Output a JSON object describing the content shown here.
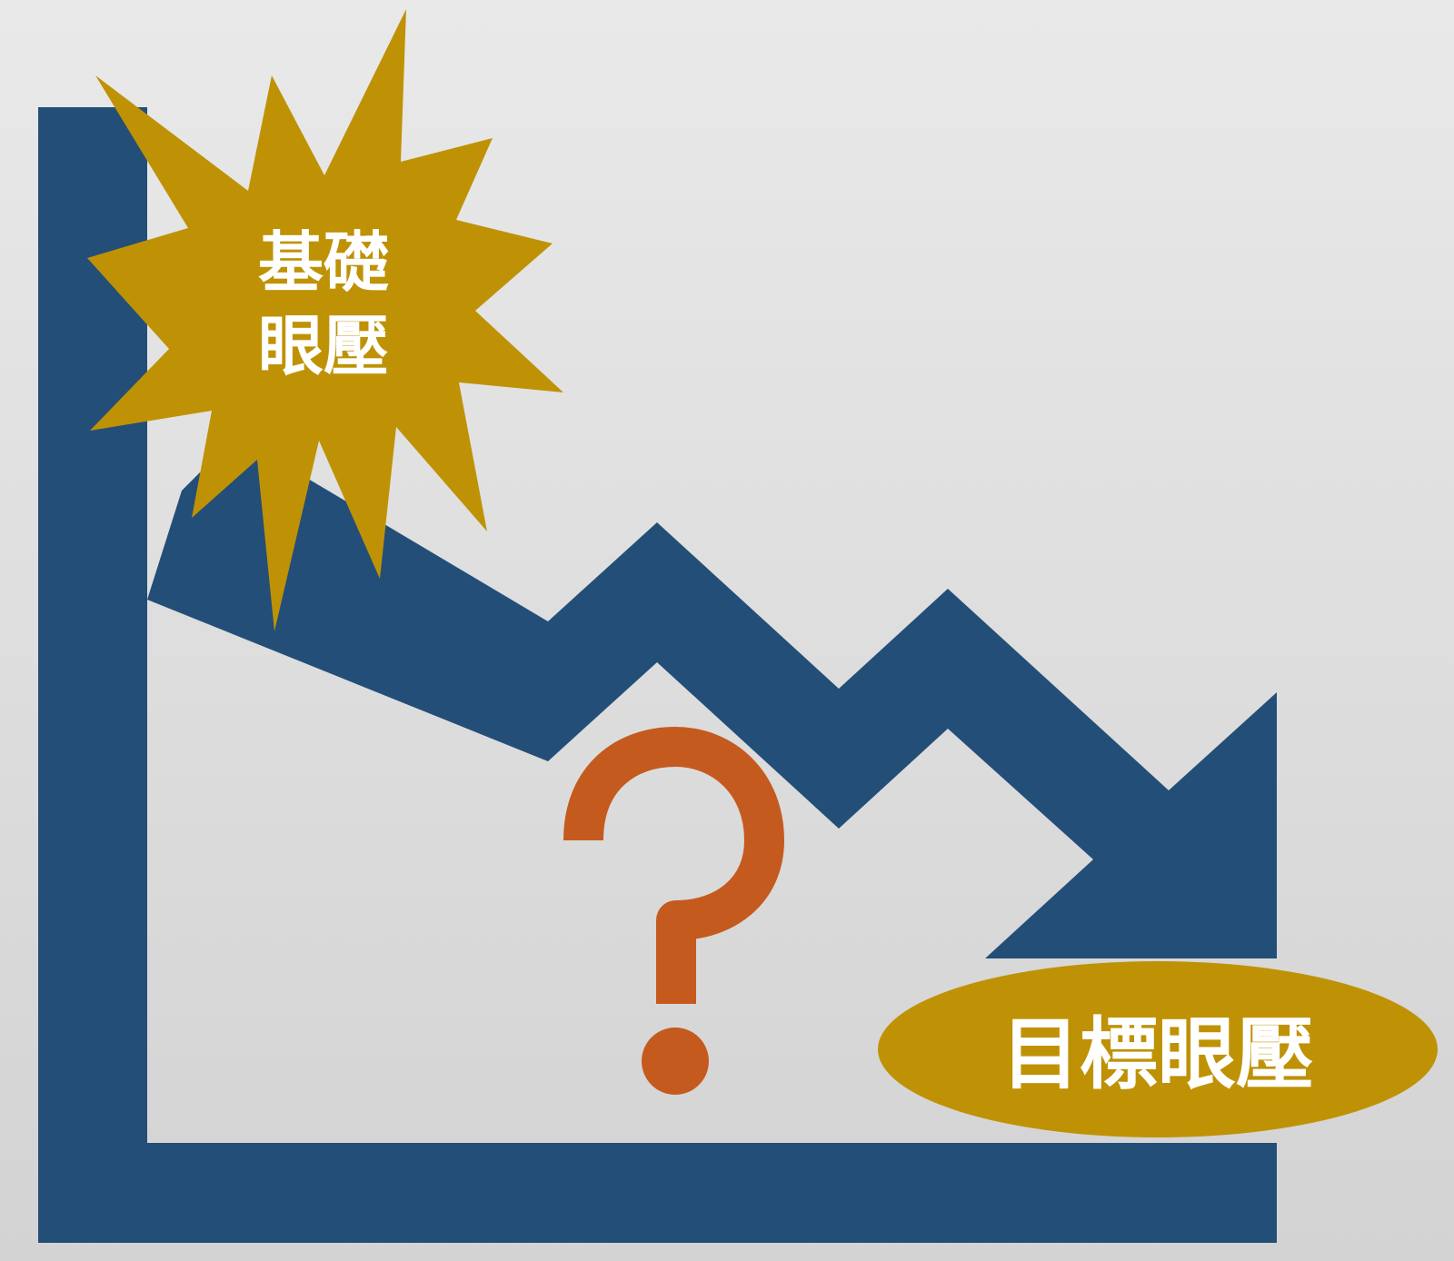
{
  "labels": {
    "baseline_line1": "基礎",
    "baseline_line2": "眼壓",
    "target": "目標眼壓",
    "question": "?"
  },
  "colors": {
    "axis_and_arrow": "#234e78",
    "gold": "#bf9206",
    "question_mark": "#c55a1e",
    "label_text": "#ffffff",
    "background_top": "#e9e9e9",
    "background_bottom": "#d3d3d3"
  }
}
